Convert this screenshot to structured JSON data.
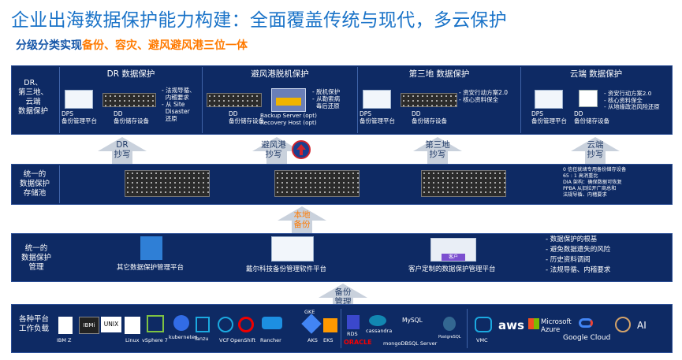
{
  "title": "企业出海数据保护能力构建：全面覆盖传统与现代，多云保护",
  "subtitle_part1": "分级分类实现",
  "subtitle_part2": "备份、容灾、避风避风港三位一体",
  "row1": {
    "label": "DR、\n第三地、\n云端\n数据保护",
    "cols": [
      {
        "header": "DR 数据保护",
        "dev1": "DPS\n备份管理平台",
        "dev2": "DD\n备份储存设备",
        "bullets": "- 法规导循、\n  内稽要求\n- 从 Site\n  Disaster\n  还原"
      },
      {
        "header": "避风港脱机保护",
        "dev1": "DD\n备份储存设备",
        "dev2": "Backup Server (opt)\nRecovery Host (opt)",
        "bullets": "- 脱机保护\n- 从勒索病\n  毒后还原"
      },
      {
        "header": "第三地 数据保护",
        "dev1": "DPS\n备份管理平台",
        "dev2": "DD\n备份储存设备",
        "bullets": "- 资安行动方案2.0\n- 核心资料保全"
      },
      {
        "header": "云端 数据保护",
        "dev1": "DPS\n备份管理平台",
        "dev2": "DD\n备份储存设备",
        "bullets": "- 资安行动方案2.0\n- 核心资料保全\n- 从地缘政治风险还原"
      }
    ]
  },
  "arrows_row1": [
    {
      "label": "DR\n抄写"
    },
    {
      "label": "避风港\n抄写"
    },
    {
      "label": "第三地\n抄写"
    },
    {
      "label": "云端\n抄写"
    }
  ],
  "row2": {
    "label": "统一的\n数据保护\n存储池",
    "bullets": "0 信任就绪专用备份储存设备\n65 : 1 高消重比\nDIA 架构：确保数据可恢复\nPPBA 从旧拉开广商总和\n法规导循、内稽要求"
  },
  "arrow_row2": {
    "label": "本地\n备份"
  },
  "row3": {
    "label": "统一的\n数据保护\n管理",
    "items": [
      {
        "label": "其它数据保护管理平台"
      },
      {
        "label": "戴尔科技备份管理软件平台"
      },
      {
        "label": "客户定制的数据保护管理平台",
        "tag": "客户"
      }
    ],
    "bullets": "- 数据保护的根基\n- 避免数据遗失的风险\n- 历史资料调阅\n- 法规导循、内稽要求"
  },
  "arrow_row3": {
    "label": "备份\n管理"
  },
  "row4": {
    "label": "各种平台\n工作负载",
    "logos": [
      "IBM Z",
      "IBMi",
      "UNIX",
      "Linux",
      "vSphere 7",
      "kubernetes",
      "Tanzu",
      "VCF",
      "OpenShift",
      "Rancher",
      "GKE",
      "AKS",
      "EKS",
      "RDS",
      "cassandra",
      "ORACLE",
      "mongoDB",
      "MySQL",
      "SQL Server",
      "PostgreSQL",
      "VMC",
      "aws",
      "Microsoft Azure",
      "Google Cloud",
      "AI"
    ]
  },
  "colors": {
    "band": "#0e2a64",
    "title": "#1a73c8",
    "orange": "#ff7a00",
    "arrow": "#c9d1dc"
  }
}
